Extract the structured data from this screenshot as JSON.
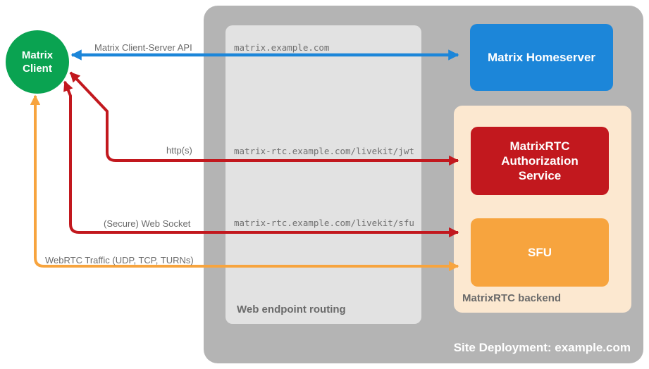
{
  "groups": {
    "deployment": {
      "label": "Site Deployment: example.com"
    },
    "routing": {
      "label": "Web endpoint routing"
    },
    "backend": {
      "label": "MatrixRTC backend"
    }
  },
  "nodes": {
    "client": {
      "label": "Matrix\nClient"
    },
    "homeserver": {
      "label": "Matrix Homeserver"
    },
    "auth": {
      "label": "MatrixRTC Authorization Service"
    },
    "sfu": {
      "label": "SFU"
    }
  },
  "endpoints": [
    "matrix.example.com",
    "matrix-rtc.example.com/livekit/jwt",
    "matrix-rtc.example.com/livekit/sfu"
  ],
  "connections": [
    {
      "label": "Matrix Client-Server API",
      "from": "client",
      "to": "homeserver",
      "color": "#1c86d9",
      "bidirectional": true
    },
    {
      "label": "http(s)",
      "from": "client",
      "to": "auth",
      "color": "#c2181e",
      "bidirectional": true
    },
    {
      "label": "(Secure) Web Socket",
      "from": "client",
      "to": "sfu",
      "color": "#c2181e",
      "bidirectional": true
    },
    {
      "label": "WebRTC Traffic (UDP, TCP, TURNs)",
      "from": "client",
      "to": "sfu",
      "color": "#f7a43e",
      "bidirectional": true
    }
  ],
  "colors": {
    "green": "#0aa351",
    "blue": "#1c86d9",
    "red": "#c2181e",
    "orange": "#f7a43e",
    "deployment-bg": "#b4b4b4",
    "routing-bg": "#e2e2e2",
    "backend-bg": "#fce8d0",
    "label-gray": "#6a6a6a",
    "mono-gray": "#707070"
  }
}
